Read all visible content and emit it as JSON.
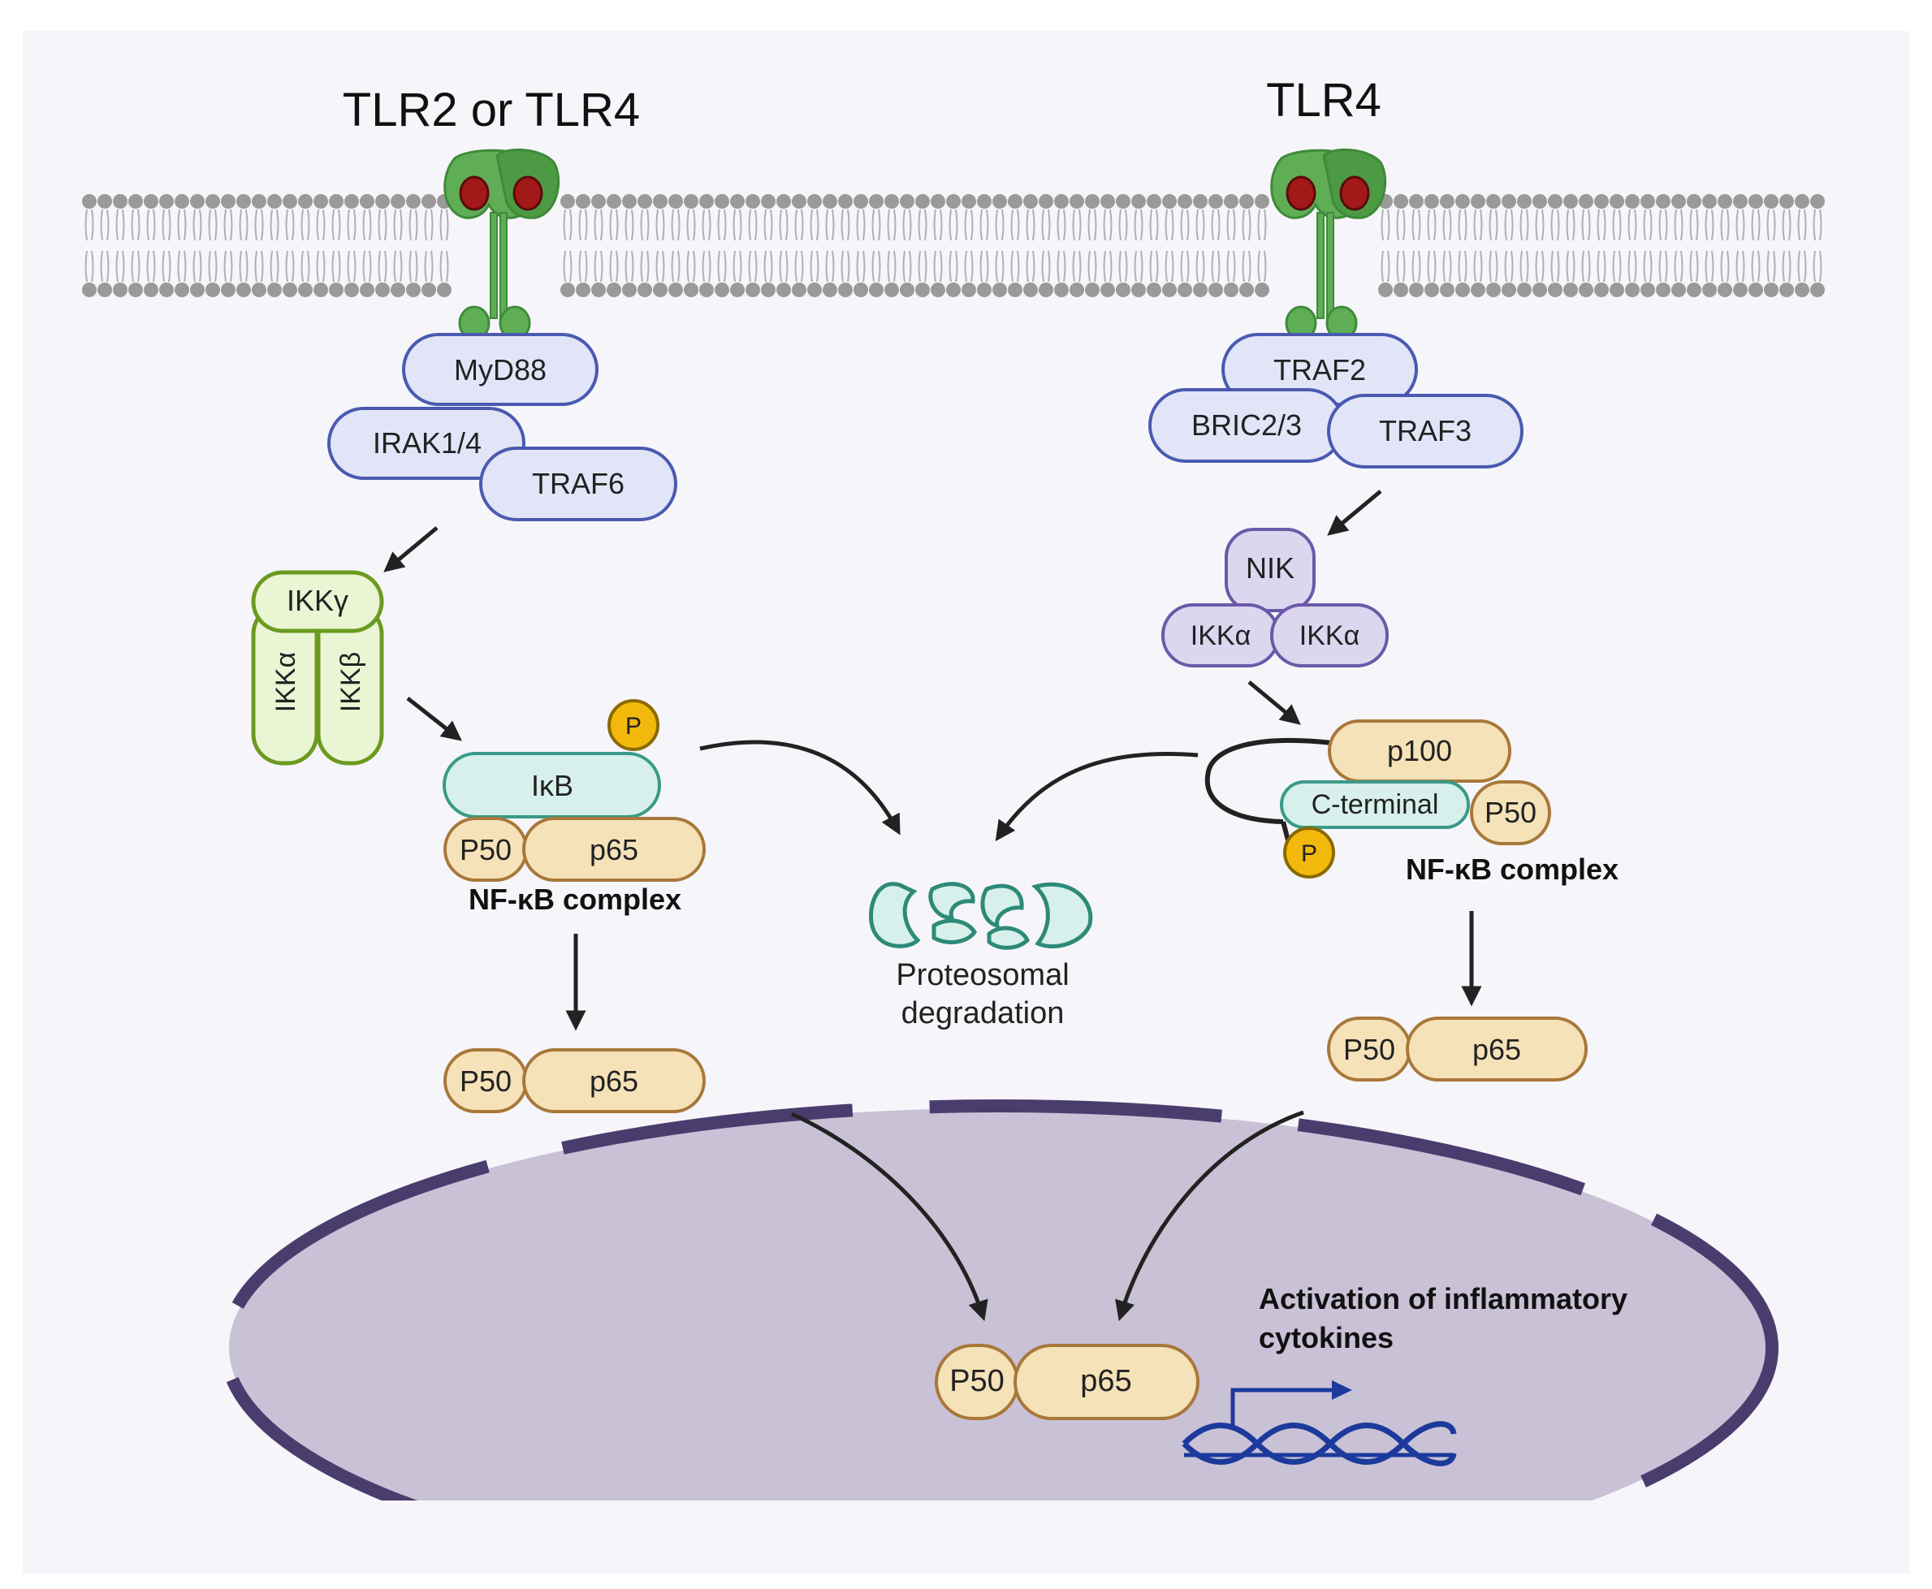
{
  "receptors": {
    "left_label": "TLR2 or TLR4",
    "right_label": "TLR4"
  },
  "left_pathway": {
    "myd88": "MyD88",
    "irak": "IRAK1/4",
    "traf6": "TRAF6",
    "ikk_gamma": "IKKγ",
    "ikk_alpha": "IKKα",
    "ikk_beta": "IKKβ",
    "ikb": "IκB",
    "phospho": "P",
    "p50": "P50",
    "p65": "p65",
    "complex_label": "NF-κB complex",
    "free_p50": "P50",
    "free_p65": "p65"
  },
  "right_pathway": {
    "traf2": "TRAF2",
    "bric": "BRIC2/3",
    "traf3": "TRAF3",
    "nik": "NIK",
    "ikk_alpha_1": "IKKα",
    "ikk_alpha_2": "IKKα",
    "p100": "p100",
    "c_terminal": "C-terminal",
    "p50": "P50",
    "phospho": "P",
    "complex_label": "NF-κB complex",
    "free_p50": "P50",
    "free_p65": "p65"
  },
  "degradation": {
    "line1": "Proteosomal",
    "line2": "degradation"
  },
  "nucleus": {
    "p50": "P50",
    "p65": "p65",
    "activation_line1": "Activation of inflammatory",
    "activation_line2": "cytokines"
  },
  "colors": {
    "background": "#f6f6fa",
    "membrane": "#9a9a9a",
    "receptor": "#5fae55",
    "adaptor_fill": "#e2e5f7",
    "adaptor_stroke": "#4a5ab0",
    "ikk_fill": "#eaf5d3",
    "ikk_stroke": "#6b9a20",
    "ikb_fill": "#d7f0eb",
    "ikb_stroke": "#3a9a88",
    "nfkb_fill": "#f6e2b8",
    "nfkb_stroke": "#a8783a",
    "nik_fill": "#dcd6ef",
    "nik_stroke": "#6a5aa8",
    "phospho_fill": "#f2b90c",
    "nucleus_fill": "#c9c1d6",
    "nucleus_border": "#4a3d6e",
    "dna": "#1c3a9c"
  }
}
